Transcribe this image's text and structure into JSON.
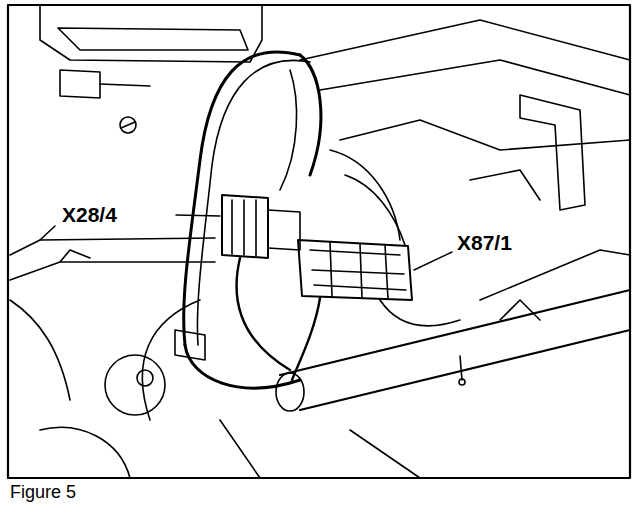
{
  "diagram": {
    "caption": "Figure 5",
    "labels": [
      "X28/4",
      "X87/1"
    ]
  }
}
